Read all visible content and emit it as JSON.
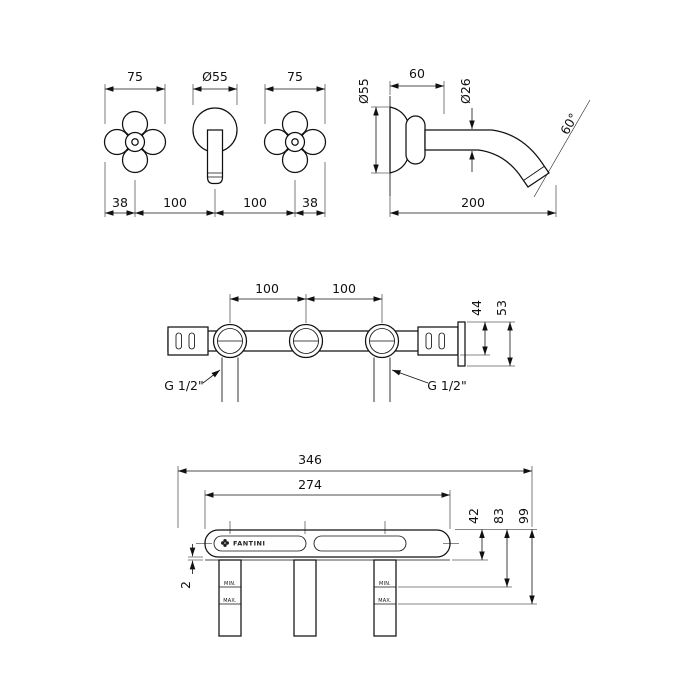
{
  "drawing": {
    "front": {
      "handle_width_left": "75",
      "spout_flange_dia": "Ø55",
      "handle_width_right": "75",
      "chain": [
        "38",
        "100",
        "100",
        "38"
      ]
    },
    "side": {
      "flange_dia": "Ø55",
      "body_depth": "60",
      "spout_dia": "Ø26",
      "spout_angle": "60°",
      "spout_reach": "200"
    },
    "bracket": {
      "pitch_left": "100",
      "pitch_right": "100",
      "height_inner": "44",
      "height_outer": "53",
      "thread_left": "G 1/2\"",
      "thread_right": "G 1/2\""
    },
    "plan": {
      "overall_width": "346",
      "plate_width": "274",
      "depth_front": "42",
      "depth_min": "83",
      "depth_max": "99",
      "plate_thickness": "2",
      "brand": "FANTINI",
      "min_label": "MIN.",
      "max_label": "MAX."
    }
  }
}
